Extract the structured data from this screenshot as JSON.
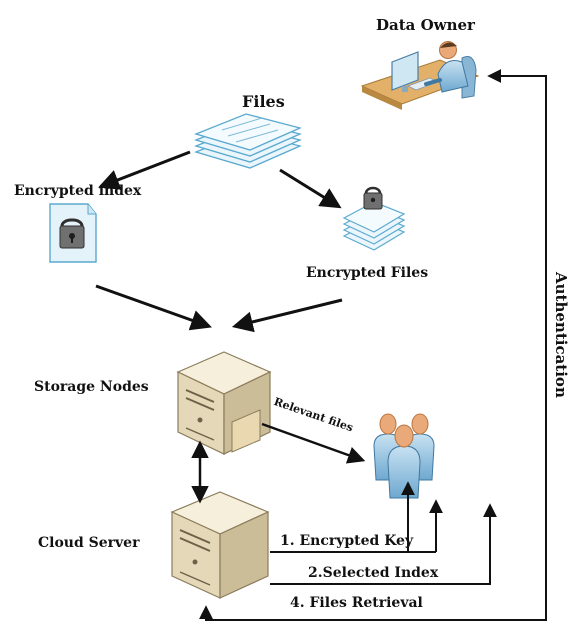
{
  "labels": {
    "data_owner": "Data Owner",
    "files": "Files",
    "encrypted_index": "Encrypted index",
    "encrypted_files": "Encrypted Files",
    "storage_nodes": "Storage Nodes",
    "relevant_files": "Relevant files",
    "cloud_server": "Cloud Server",
    "authentication": "Authentication",
    "step_1": "1. Encrypted Key",
    "step_2": "2.Selected Index",
    "step_4": "4. Files Retrieval"
  },
  "icons": {
    "data_owner": "person-at-computer-icon",
    "files": "document-stack-icon",
    "encrypted_index": "locked-document-icon",
    "encrypted_files": "locked-document-stack-icon",
    "storage_nodes": "server-icon",
    "cloud_server": "server-icon",
    "users": "user-group-icon"
  },
  "colors": {
    "arrow": "#111111",
    "paper": "#eaf6fb",
    "paper_edge": "#5aa9cf",
    "server": "#efe6cf",
    "person": "#a9cde6",
    "head": "#e9a978"
  }
}
